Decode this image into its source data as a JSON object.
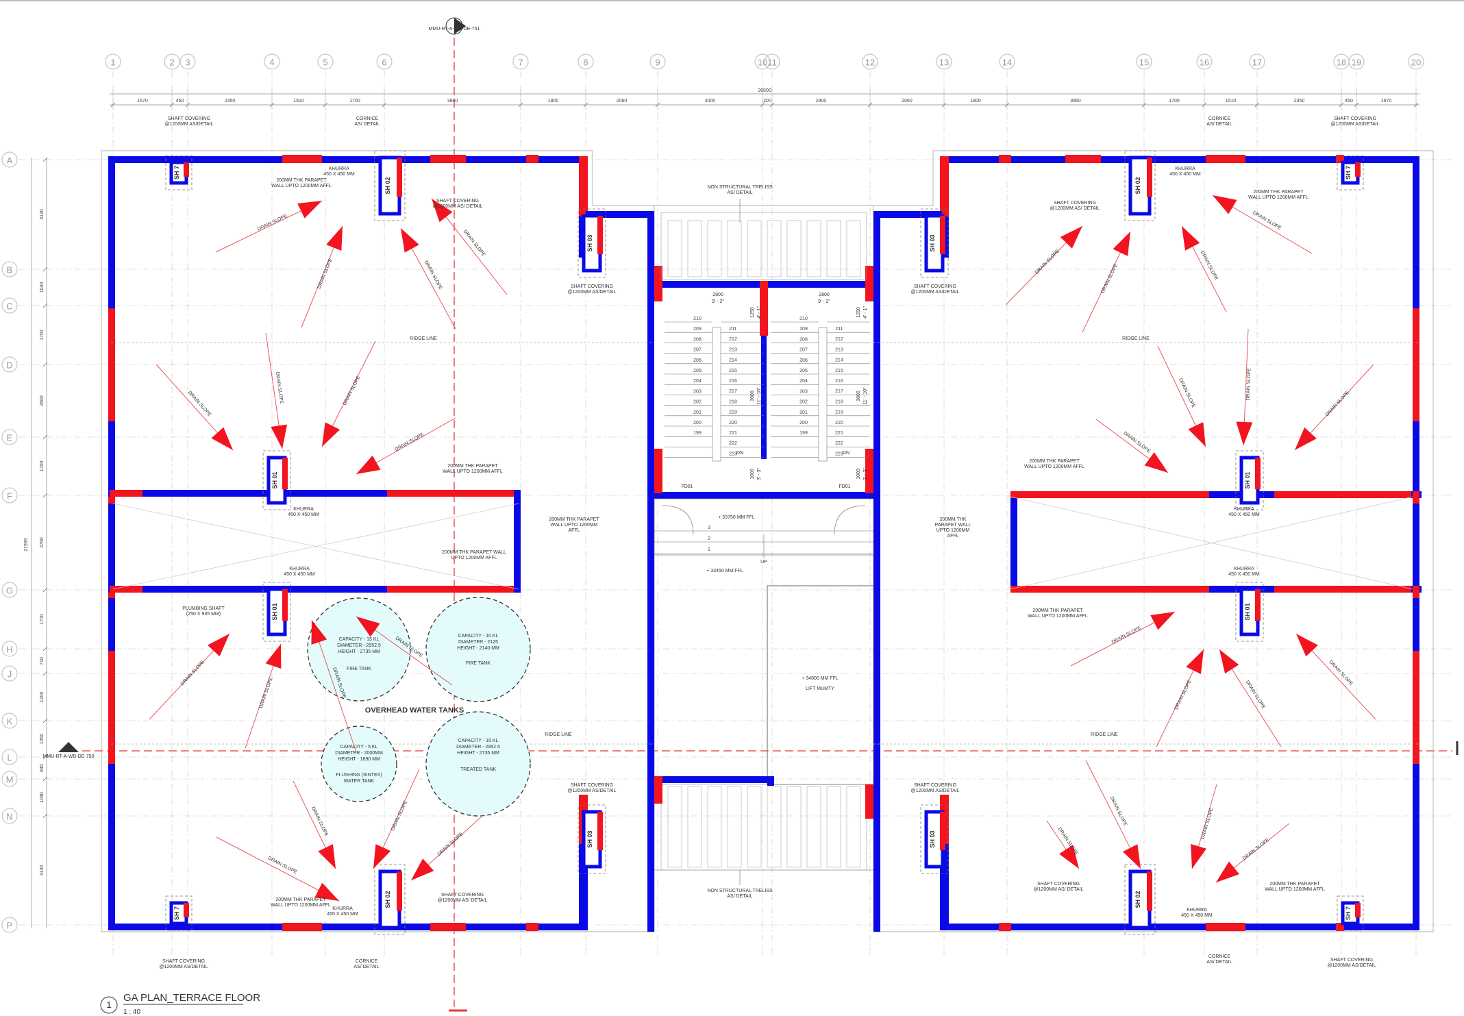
{
  "north_tag": "MMU-RT-A-WD-DE-751",
  "section_tag_left": "MMU-RT-A-WD-DE-750",
  "grid_columns": [
    "1",
    "2",
    "3",
    "4",
    "5",
    "6",
    "7",
    "8",
    "9",
    "10",
    "11",
    "12",
    "13",
    "14",
    "15",
    "16",
    "17",
    "18",
    "19",
    "20"
  ],
  "grid_rows": [
    "A",
    "B",
    "C",
    "D",
    "E",
    "F",
    "G",
    "H",
    "J",
    "K",
    "L",
    "M",
    "N",
    "P"
  ],
  "top_dims": [
    "1670",
    "450",
    "2350",
    "1510",
    "1700",
    "3860",
    "1800",
    "2060",
    "3000",
    "200",
    "2800",
    "2060",
    "1800",
    "3860",
    "1700",
    "1510",
    "2350",
    "450",
    "1670"
  ],
  "overall_dim": "36800",
  "left_dims": [
    "3130",
    "1040",
    "1700",
    "2660",
    "1700",
    "2760",
    "1700",
    "710",
    "1200",
    "1050",
    "845",
    "1040",
    "3130"
  ],
  "left_overall_dim": "21995",
  "shafts": {
    "sh1": "SH 01",
    "sh2": "SH 02",
    "sh3": "SH 03",
    "sh7": "SH 7"
  },
  "notes": {
    "shaft_covering": "SHAFT COVERING\n@1200MM AS/DETAIL",
    "shaft_covering_b": "SHAFT COVERING\n@1200MM AS/ DETAIL",
    "cornice": "CORNICE\nAS/ DETAIL",
    "parapet": "200MM THK PARAPET\nWALL UPTO 1200MM AFFL",
    "parapet_b": "200MM THK PARAPET\nWALL UPTO 1200MM\nAFFL",
    "parapet_c": "200MM THK PARAPET WALL\nUPTO 1200MM AFFL",
    "parapet_d": "200MM THK\nPARAPET WALL\nUPTO 1200MM\nAFFL",
    "khurra": "KHURRA\n450 X 450 MM",
    "drain_slope": "DRAIN SLOPE",
    "ridge_line": "RIDGE LINE",
    "trellis": "NON STRUCTURAL TRELISS\nAS/ DETAIL",
    "plumbing_shaft": "PLUMBING SHAFT\n(250 X 935 MM)",
    "ffl_1": "+ 33750 MM FFL",
    "ffl_2": "+ 33450 MM FFL",
    "ffl_3": "+ 34800 MM FFL",
    "lift_mumty": "LIFT MUMTY",
    "up": "UP",
    "fd": "FD01",
    "overhead": "OVERHEAD WATER TANKS"
  },
  "stair": {
    "dim_w": "2800",
    "dim_w_imp": "9' - 2\"",
    "dim_1250": "1250",
    "dim_1250_imp": "4' - 1\"",
    "dim_3600": "3600",
    "dim_3600_imp": "11' - 10\"",
    "dim_1000": "1000",
    "dim_1000_imp": "3' - 3\"",
    "left_steps": [
      "210",
      "209",
      "208",
      "207",
      "206",
      "205",
      "204",
      "203",
      "202",
      "201",
      "200",
      "199"
    ],
    "right_steps": [
      "211",
      "212",
      "213",
      "214",
      "215",
      "216",
      "217",
      "218",
      "219",
      "220",
      "221",
      "222",
      "223"
    ],
    "landing_steps": [
      "3",
      "2",
      "1"
    ]
  },
  "tanks": [
    {
      "text": "CAPACITY - 15 KL\nDIAMETER - 2952.5\nHEIGHT - 2735 MM",
      "label": "FIRE TANK"
    },
    {
      "text": "CAPACITY - 10 KL\nDIAMETER - 2125\nHEIGHT - 2140 MM",
      "label": "FIRE TANK"
    },
    {
      "text": "CAPACITY - 5 KL\nDIAMETER - 2000MM\nHEIGHT - 1890 MM",
      "label": "FLUSHING (SINTEX)\nWATER TANK"
    },
    {
      "text": "CAPACITY - 15 KL\nDIAMETER - 2952.5\nHEIGHT - 2735 MM",
      "label": "TREATED TANK"
    }
  ],
  "title": {
    "number": "1",
    "name": "GA PLAN_TERRACE FLOOR",
    "scale": "1 : 40"
  },
  "colors": {
    "wall_blue": "#0a0ae6",
    "wall_red": "#f2141e",
    "tank_fill": "#e3fbfb",
    "axis": "#e53935"
  }
}
